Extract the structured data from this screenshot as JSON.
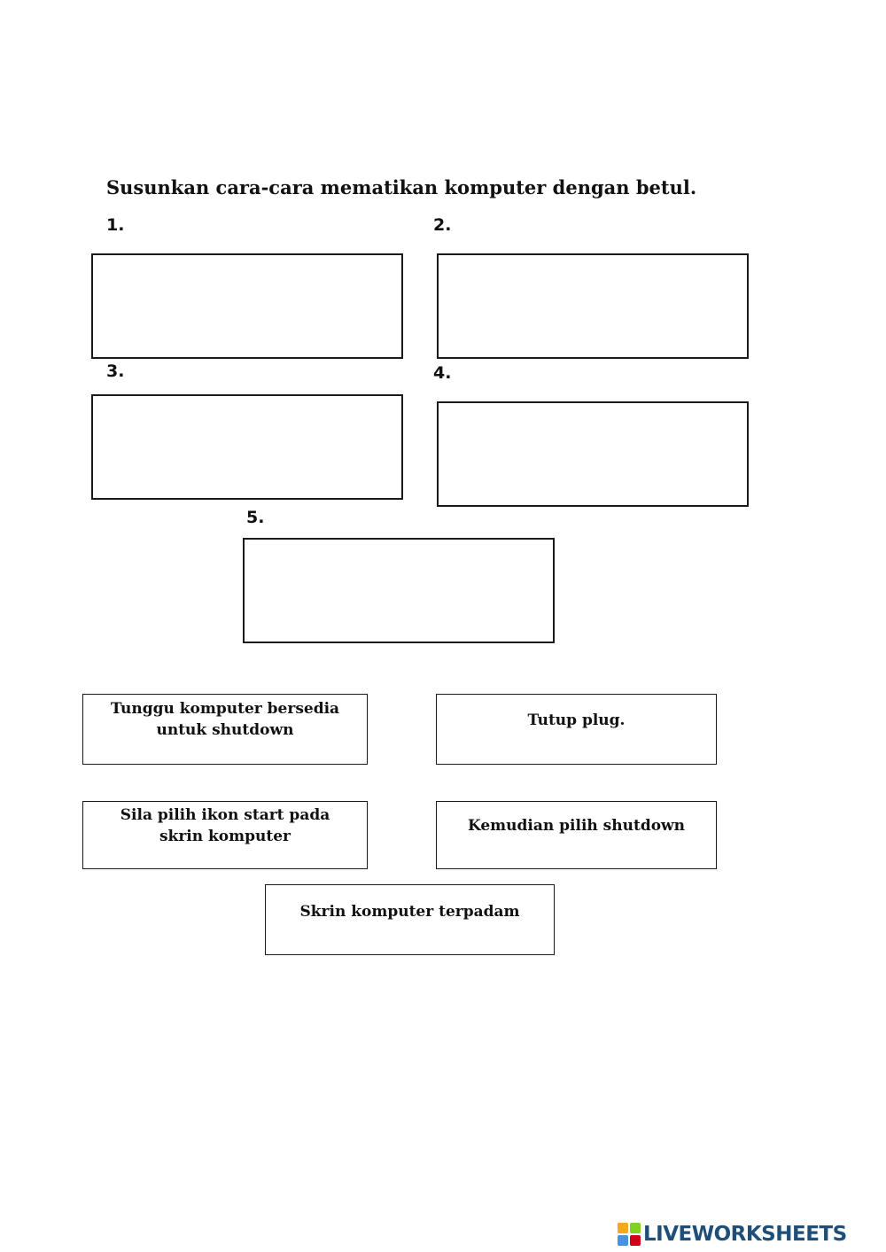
{
  "worksheet": {
    "instruction": "Susunkan cara-cara mematikan komputer dengan betul."
  },
  "answer_slots": [
    {
      "number": "1."
    },
    {
      "number": "2."
    },
    {
      "number": "3."
    },
    {
      "number": "4."
    },
    {
      "number": "5."
    }
  ],
  "cards": [
    {
      "label": "Tunggu komputer bersedia\nuntuk shutdown"
    },
    {
      "label": "Tutup plug."
    },
    {
      "label": "Sila pilih ikon start pada\nskrin komputer"
    },
    {
      "label": "Kemudian pilih shutdown"
    },
    {
      "label": "Skrin komputer terpadam"
    }
  ],
  "footer": {
    "logo_icon": "liveworksheets-logo-icon",
    "logo_text": "LIVEWORKSHEETS",
    "logo_colors": [
      "#f5a623",
      "#7ed321",
      "#4a90e2",
      "#d0021b"
    ],
    "brand_color": "#1f4e79"
  }
}
